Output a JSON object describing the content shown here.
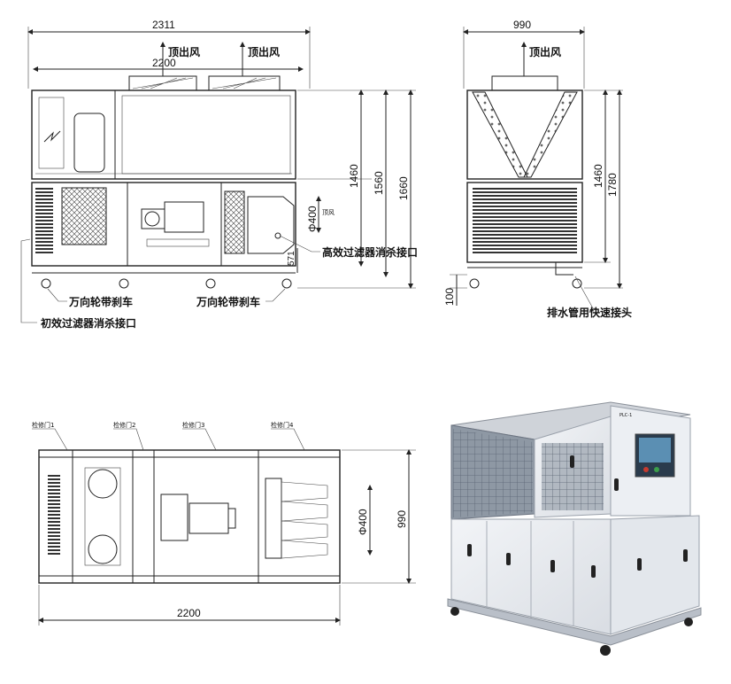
{
  "front_view": {
    "dim_total_width": "2311",
    "dim_inner_width": "2200",
    "dim_h1": "1460",
    "dim_h2": "1560",
    "dim_h3": "1660",
    "dim_outlet_dia": "Φ400",
    "dim_outlet_h": "571",
    "top_outlet_label_1": "顶出风",
    "top_outlet_label_2": "顶出风",
    "label_hepa_port": "高效过滤器消杀接口",
    "label_caster_1": "万向轮带刹车",
    "label_caster_2": "万向轮带刹车",
    "label_primary_port": "初效过滤器消杀接口",
    "label_small_outlet": "顶风"
  },
  "side_view": {
    "dim_width": "990",
    "dim_h1": "1460",
    "dim_h2": "1780",
    "dim_base": "100",
    "top_outlet_label": "顶出风",
    "label_drain": "排水管用快速接头"
  },
  "top_view": {
    "dim_length": "2200",
    "dim_width": "990",
    "dim_outlet_dia": "Φ400",
    "door_1": "检修门1",
    "door_2": "检修门2",
    "door_3": "检修门3",
    "door_4": "检修门4"
  },
  "photo": {
    "panel_label": "PLC-1"
  },
  "colors": {
    "line": "#222222",
    "cabinet": "#e6e9ee",
    "frame": "#b9bfc8"
  }
}
